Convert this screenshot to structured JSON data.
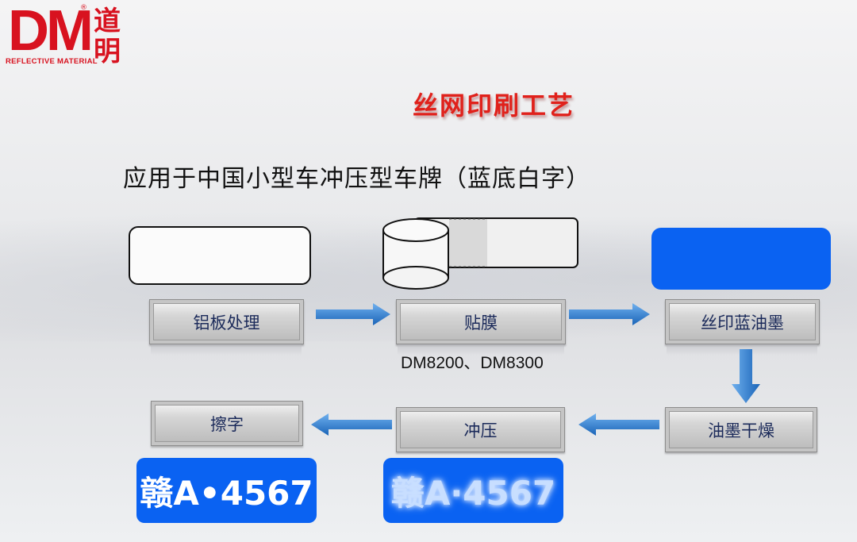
{
  "logo": {
    "brand": "DM",
    "registered": "®",
    "tagline": "REFLECTIVE MATERIAL",
    "chinese": "道明"
  },
  "title": "丝网印刷工艺",
  "subtitle": "应用于中国小型车冲压型车牌（蓝底白字）",
  "steps": [
    {
      "label": "铝板处理"
    },
    {
      "label": "贴膜"
    },
    {
      "label": "丝印蓝油墨"
    },
    {
      "label": "油墨干燥"
    },
    {
      "label": "冲压"
    },
    {
      "label": "擦字"
    }
  ],
  "film_label": "DM8200、DM8300",
  "plates": [
    {
      "text": "赣A•4567"
    },
    {
      "text": "赣A·4567"
    }
  ],
  "colors": {
    "brand_red": "#d8121f",
    "title_red": "#e0211b",
    "plate_blue": "#0a62f2",
    "arrow_blue": "#1e73c8"
  }
}
